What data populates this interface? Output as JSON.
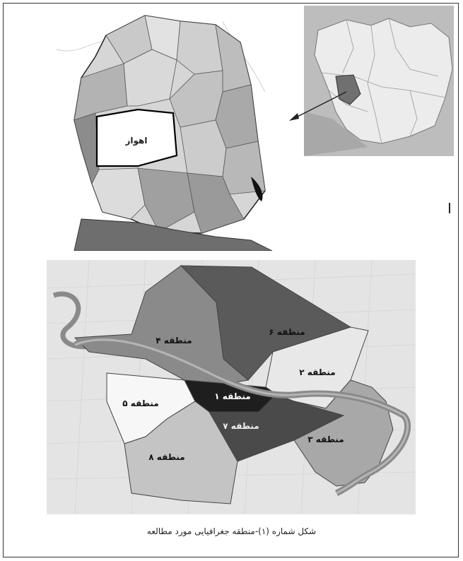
{
  "inset_map": {
    "province_label": "اهواز"
  },
  "city_zones": [
    {
      "label": "منطقه ۶",
      "color": "#5a5a5a",
      "text_color": "#111111"
    },
    {
      "label": "منطقه ۴",
      "color": "#8a8a8a",
      "text_color": "#111111"
    },
    {
      "label": "منطقه ۲",
      "color": "#e8e8e8",
      "text_color": "#111111"
    },
    {
      "label": "منطقه ۵",
      "color": "#f7f7f7",
      "text_color": "#111111"
    },
    {
      "label": "منطقه ۱",
      "color": "#1e1e1e",
      "text_color": "#ffffff"
    },
    {
      "label": "منطقه ۷",
      "color": "#4a4a4a",
      "text_color": "#f0f0f0"
    },
    {
      "label": "منطقه ۳",
      "color": "#a8a8a8",
      "text_color": "#111111"
    },
    {
      "label": "منطقه ۸",
      "color": "#c4c4c4",
      "text_color": "#111111"
    }
  ],
  "side_mark": "I",
  "caption": "شکل شماره (۱)-منطقه جغرافیایی مورد مطالعه",
  "colors": {
    "river": "#9a9a9a",
    "ocean": "#6e6e6e",
    "iran_highlight": "#707070"
  }
}
